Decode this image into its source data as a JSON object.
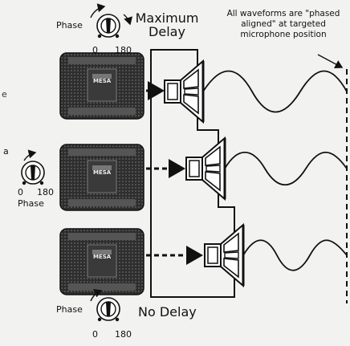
{
  "labels": {
    "top": {
      "phase": "Phase",
      "zero": "0",
      "max": "180",
      "delay": "Maximum\nDelay"
    },
    "middle": {
      "phase": "Phase",
      "zero": "0",
      "max": "180",
      "cut_letter": "a"
    },
    "bottom": {
      "phase": "Phase",
      "zero": "0",
      "max": "180",
      "delay": "No Delay"
    }
  },
  "note": "All waveforms are \"phased aligned\" at targeted microphone position",
  "amp_badge": "MESA",
  "edge_text": {
    "e1": "e"
  },
  "icons": [
    "phase-knob-icon",
    "rotation-arrow-icon",
    "amplifier-head-icon",
    "speaker-cone-icon",
    "sine-wave-icon",
    "dashed-arrow-icon",
    "microphone-line-icon"
  ],
  "colors": {
    "ink": "#111111",
    "amp_body": "#3a3a3a",
    "paper": "#f2f2f0"
  }
}
